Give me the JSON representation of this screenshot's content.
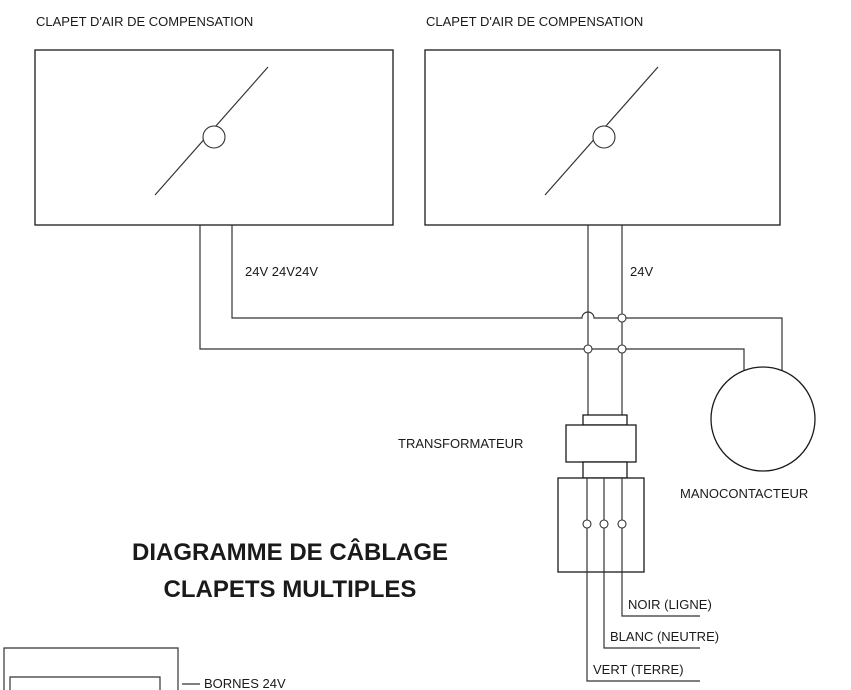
{
  "damper_left": {
    "label": "CLAPET D'AIR DE COMPENSATION"
  },
  "damper_right": {
    "label": "CLAPET D'AIR DE COMPENSATION"
  },
  "voltage_left": "24V 24V24V",
  "voltage_right": "24V",
  "transformer": {
    "label": "TRANSFORMATEUR"
  },
  "pressure_switch": {
    "label": "MANOCONTACTEUR"
  },
  "title": {
    "line1": "DIAGRAMME DE CÂBLAGE",
    "line2": "CLAPETS MULTIPLES"
  },
  "wires": {
    "black": "NOIR (LIGNE)",
    "white": "BLANC (NEUTRE)",
    "green": "VERT (TERRE)"
  },
  "inset": {
    "terminals_label": "BORNES 24V"
  },
  "colors": {
    "line": "#1a1a1a",
    "background": "#ffffff"
  }
}
